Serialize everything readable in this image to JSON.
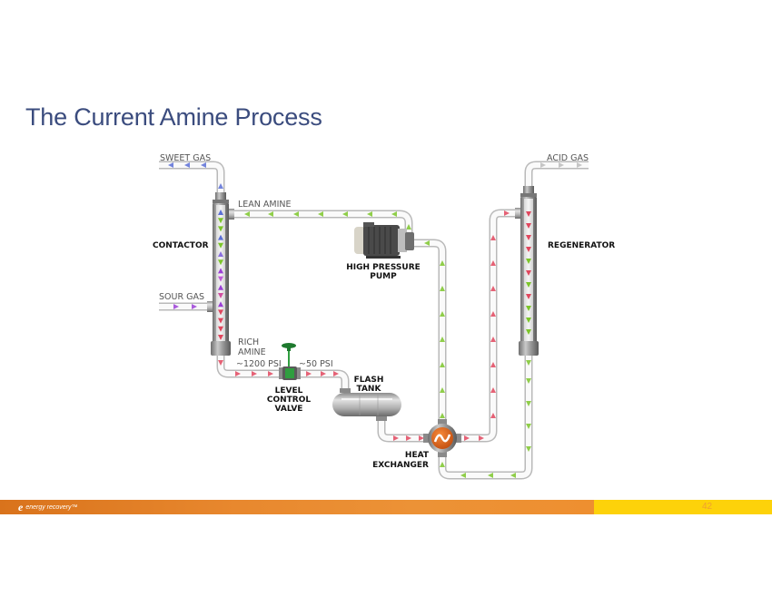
{
  "slide": {
    "title": "The Current Amine Process",
    "page_number": "42"
  },
  "footer": {
    "logo_mark": "e",
    "logo_text": "energy recovery™",
    "colors": {
      "orange": "#e8882e",
      "yellow": "#fdd20a"
    }
  },
  "diagram": {
    "labels": {
      "sweet_gas": "SWEET GAS",
      "lean_amine": "LEAN AMINE",
      "contactor": "CONTACTOR",
      "sour_gas": "SOUR GAS",
      "rich_amine_1": "RICH",
      "rich_amine_2": "AMINE",
      "pressure_high": "~1200 PSI",
      "pressure_low": "~50 PSI",
      "level_control_valve_1": "LEVEL",
      "level_control_valve_2": "CONTROL",
      "level_control_valve_3": "VALVE",
      "flash_tank_1": "FLASH",
      "flash_tank_2": "TANK",
      "high_pressure_pump_1": "HIGH PRESSURE",
      "high_pressure_pump_2": "PUMP",
      "heat_exchanger_1": "HEAT",
      "heat_exchanger_2": "EXCHANGER",
      "acid_gas": "ACID GAS",
      "regenerator": "REGENERATOR"
    },
    "flow_colors": {
      "sweet_gas": "#5b6fd6",
      "lean_amine": "#7cc52a",
      "sour_gas": "#9b3fd6",
      "rich_amine": "#e0475e",
      "acid_gas": "#bbbbbb"
    }
  }
}
